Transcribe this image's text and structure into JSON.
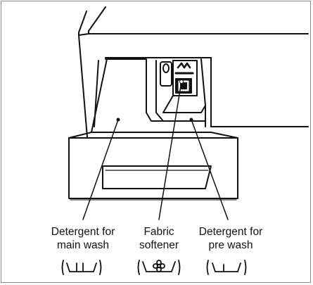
{
  "labels": {
    "main_wash": {
      "line1": "Detergent for",
      "line2": "main wash"
    },
    "softener": {
      "line1": "Fabric",
      "line2": "softener"
    },
    "pre_wash": {
      "line1": "Detergent for",
      "line2": "pre wash"
    }
  },
  "icons": {
    "main_wash": "main-wash-tub-icon",
    "softener": "flower-softener-icon",
    "pre_wash": "pre-wash-tub-icon"
  }
}
